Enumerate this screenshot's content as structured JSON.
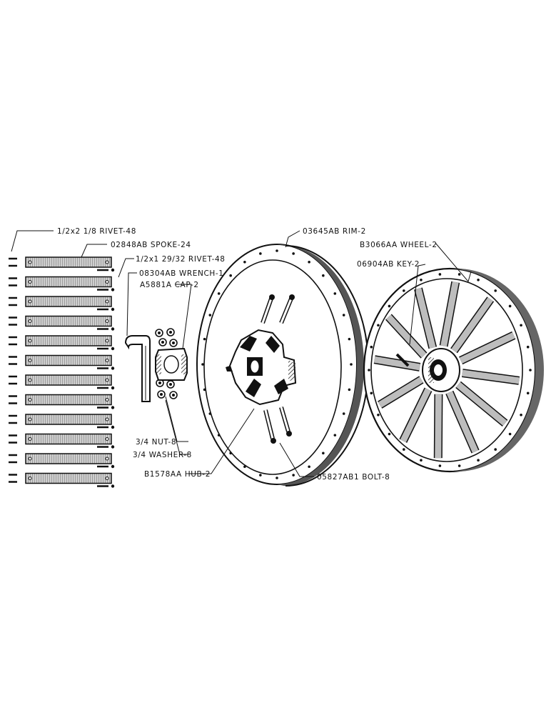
{
  "labels": {
    "rivet_small": "1/2x2 1/8 RIVET-48",
    "spoke": "02848AB SPOKE-24",
    "rivet_large": "1/2x1 29/32 RIVET-48",
    "wrench": "08304AB WRENCH-1",
    "cap": "A5881A CAP-2",
    "rim": "03645AB RIM-2",
    "wheel": "B3066AA WHEEL-2",
    "key": "06904AB KEY-2",
    "nut": "3/4 NUT-8",
    "washer": "3/4 WASHER-8",
    "hub": "B1578AA HUB-2",
    "bolt": "05827AB1 BOLT-8"
  },
  "colors": {
    "ink": "#111111",
    "paper": "#ffffff",
    "shade": "#8a8a8a"
  }
}
